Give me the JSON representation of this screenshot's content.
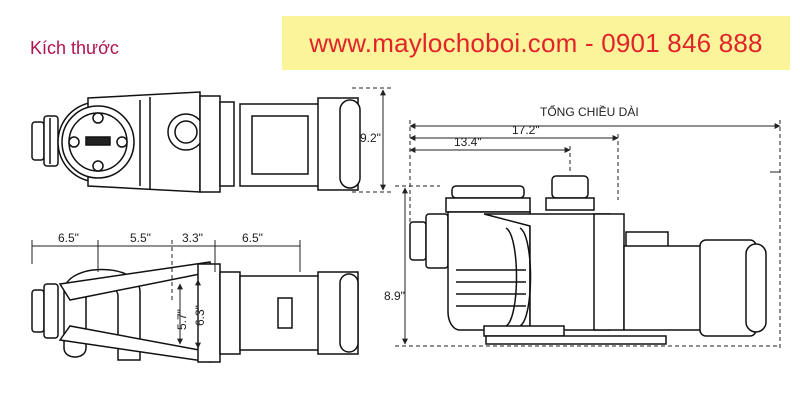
{
  "title": "Kích thước",
  "banner": {
    "text": "www.maylochoboi.com - 0901 846 888",
    "bg": "#fbf49a",
    "color": "#e3232a"
  },
  "dimensions": {
    "top_height": "9.2\"",
    "bottom_widths": [
      "6.5\"",
      "5.5\"",
      "3.3\"",
      "6.5\""
    ],
    "inner_1": "5.7\"",
    "inner_2": "6.3\"",
    "total_length_label": "TỔNG CHIỀU DÀI",
    "len_1": "17.2\"",
    "len_2": "13.4\"",
    "side_height": "8.9\""
  }
}
